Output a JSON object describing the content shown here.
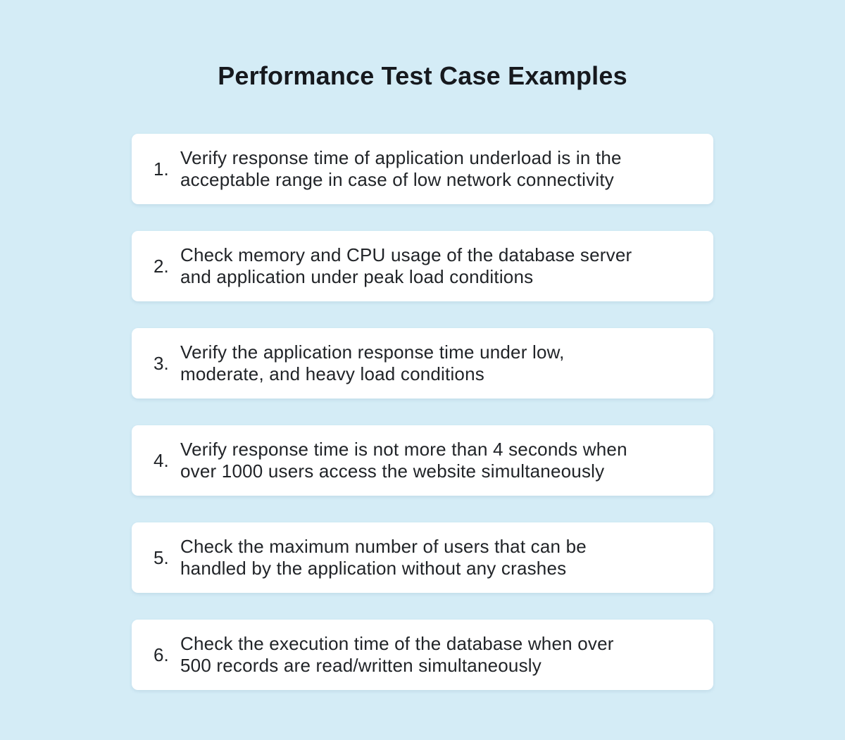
{
  "page": {
    "background_color": "#d4ecf6",
    "card_color": "#ffffff",
    "title_color": "#16191e",
    "text_color": "#212428"
  },
  "title": "Performance Test Case Examples",
  "cards": [
    {
      "number": "1.",
      "lines": [
        "Verify response time of application underload is in the",
        "acceptable range in case of low network connectivity"
      ]
    },
    {
      "number": "2.",
      "lines": [
        "Check memory and CPU usage of the database server",
        "and application under peak load conditions"
      ]
    },
    {
      "number": "3.",
      "lines": [
        "Verify the application response time under low,",
        "moderate, and heavy load conditions"
      ]
    },
    {
      "number": "4.",
      "lines": [
        "Verify response time is not more than 4 seconds when",
        "over 1000 users access the website simultaneously"
      ]
    },
    {
      "number": "5.",
      "lines": [
        "Check the maximum number of users that can be",
        "handled by the application without any crashes"
      ]
    },
    {
      "number": "6.",
      "lines": [
        "Check the execution time of the database when over",
        "500 records are read/written simultaneously"
      ]
    }
  ]
}
